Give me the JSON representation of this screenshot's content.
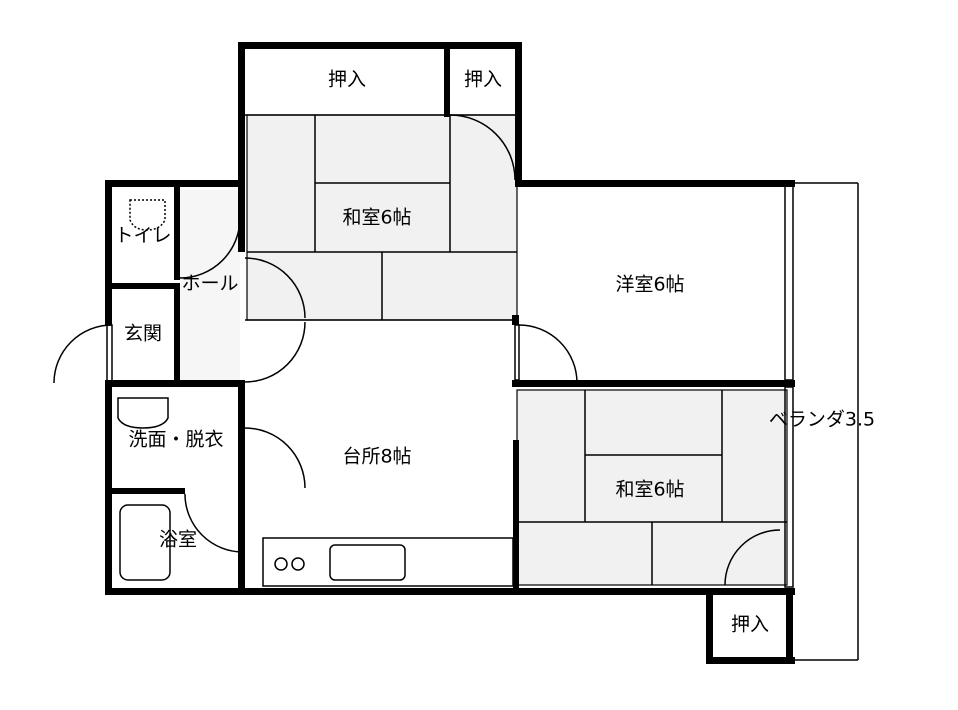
{
  "rooms": {
    "closet_top_left": "押入",
    "closet_top_right": "押入",
    "washitsu_top": "和室6帖",
    "yoshitsu": "洋室6帖",
    "toilet": "トイレ",
    "hall": "ホール",
    "entrance": "玄関",
    "washroom": "洗面・脱衣",
    "bath": "浴室",
    "kitchen": "台所8帖",
    "washitsu_bottom": "和室6帖",
    "veranda": "ベランダ3.5",
    "closet_bottom": "押入"
  }
}
